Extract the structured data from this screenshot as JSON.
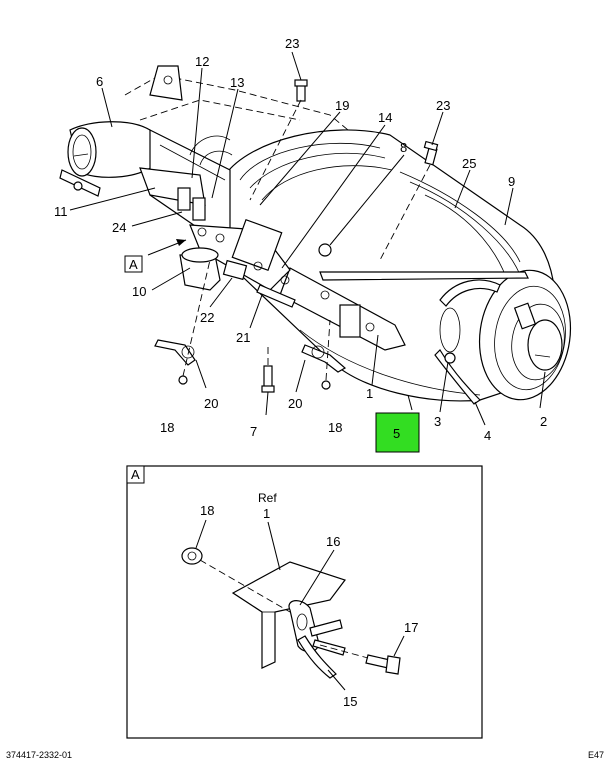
{
  "callouts": {
    "c1": "1",
    "c2": "2",
    "c3": "3",
    "c4": "4",
    "c5": "5",
    "c6": "6",
    "c7": "7",
    "c8": "8",
    "c9": "9",
    "c10": "10",
    "c11": "11",
    "c12": "12",
    "c13": "13",
    "c14": "14",
    "c18a": "18",
    "c18b": "18",
    "c19": "19",
    "c20a": "20",
    "c20b": "20",
    "c21": "21",
    "c22": "22",
    "c23a": "23",
    "c23b": "23",
    "c24": "24",
    "c25": "25"
  },
  "view_marker": "A",
  "detail": {
    "label": "A",
    "ref": "Ref",
    "c1": "1",
    "c15": "15",
    "c16": "16",
    "c17": "17",
    "c18": "18"
  },
  "footer": {
    "left": "374417-2332-01",
    "right": "E47"
  },
  "colors": {
    "highlight": "#33dd22"
  }
}
